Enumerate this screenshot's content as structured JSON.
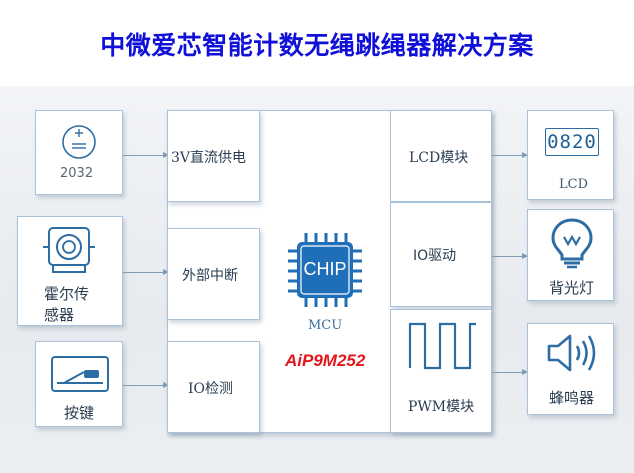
{
  "title": "中微爱芯智能计数无绳跳绳器解决方案",
  "inputs": {
    "battery": {
      "label": "2032",
      "connection": "3V直流供电"
    },
    "hall": {
      "label_line1": "霍尔传",
      "label_line2": "感器",
      "connection": "外部中断"
    },
    "button": {
      "label": "按键",
      "connection": "IO检测"
    }
  },
  "mcu": {
    "chip_text": "CHIP",
    "caption": "MCU",
    "model": "AiP9M252"
  },
  "outputs": {
    "lcd": {
      "connection": "LCD模块",
      "display_digits": "0820",
      "label": "LCD"
    },
    "backlight": {
      "connection": "IO驱动",
      "label": "背光灯"
    },
    "buzzer": {
      "connection": "PWM模块",
      "label": "蜂鸣器"
    }
  },
  "colors": {
    "title": "#1010d8",
    "accent": "#2e6da4",
    "model": "#e3161c",
    "border": "#a9c3da"
  }
}
